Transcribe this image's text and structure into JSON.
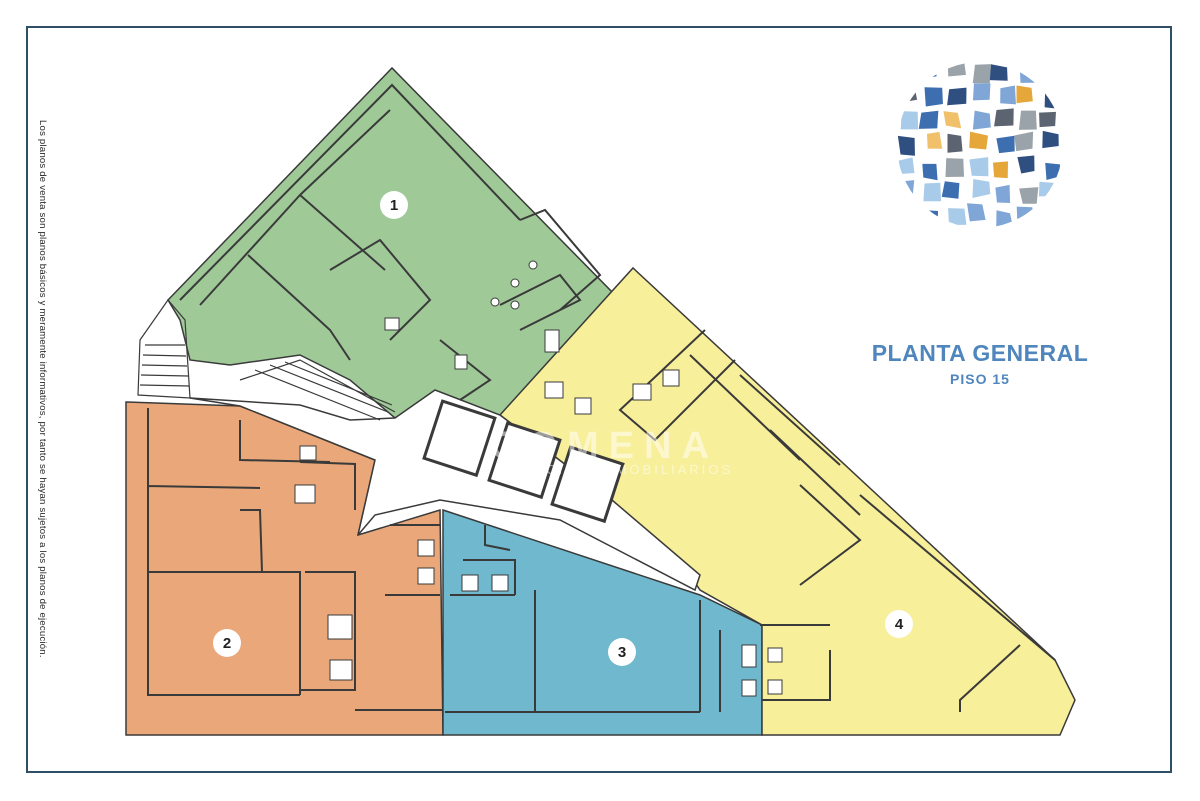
{
  "title": {
    "main": "PLANTA GENERAL",
    "sub": "PISO 15"
  },
  "side_note": "Los planos de venta son planos básicos y meramente informativos, por tanto se hayan sujetos a los planos de ejecución.",
  "units": [
    {
      "label": "1",
      "color": "#9fca98"
    },
    {
      "label": "2",
      "color": "#eaa87a"
    },
    {
      "label": "3",
      "color": "#6fb8cd"
    },
    {
      "label": "4",
      "color": "#f8ef9a"
    }
  ],
  "watermark": {
    "main": "COMENA",
    "sub": "NEGOCIOS INMOBILIARIOS"
  },
  "colors": {
    "frame": "#2f4f66",
    "title": "#4f86bd",
    "corridor": "#ffffff"
  },
  "logo": "mosaic-circle-logo"
}
